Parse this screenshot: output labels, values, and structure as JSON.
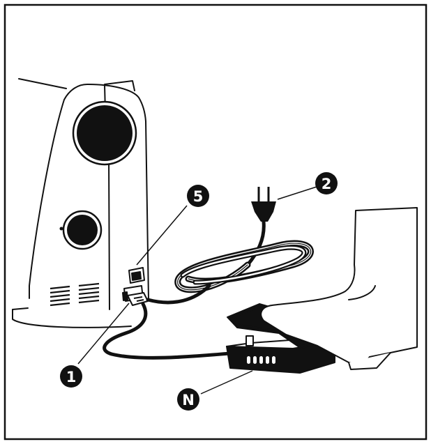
{
  "colors": {
    "ink": "#111111",
    "paper": "#ffffff"
  },
  "callouts": {
    "plug": "2",
    "socket": "5",
    "connector": "1",
    "pedal": "N"
  }
}
